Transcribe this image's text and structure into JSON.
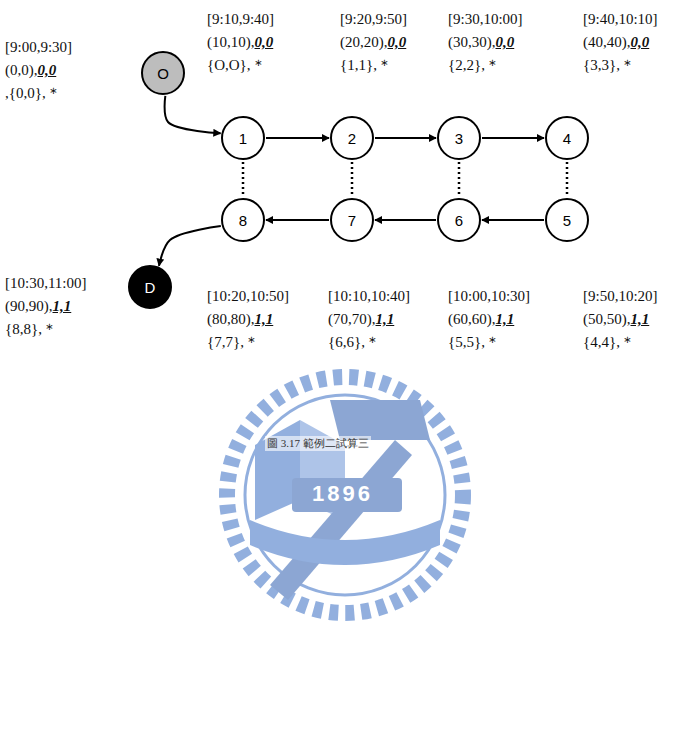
{
  "diagram": {
    "caption": "圖 3.17 範例二試算三",
    "nodes": [
      {
        "text": [
          "O"
        ]
      },
      {
        "text": [
          "1"
        ]
      },
      {
        "text": [
          "2"
        ]
      },
      {
        "text": [
          "3"
        ]
      },
      {
        "text": [
          "4"
        ]
      },
      {
        "text": [
          "5"
        ]
      },
      {
        "text": [
          "6"
        ]
      },
      {
        "text": [
          "7"
        ]
      },
      {
        "text": [
          "8"
        ]
      },
      {
        "text": [
          "D"
        ]
      }
    ],
    "edges": [
      {
        "from": 0,
        "to": 1,
        "arrow": "to"
      },
      {
        "from": 1,
        "to": 2,
        "arrow": "to"
      },
      {
        "from": 2,
        "to": 3,
        "arrow": "to"
      },
      {
        "from": 3,
        "to": 4,
        "arrow": "to"
      },
      {
        "from": 5,
        "to": 6,
        "arrow": "to"
      },
      {
        "from": 6,
        "to": 7,
        "arrow": "to"
      },
      {
        "from": 7,
        "to": 8,
        "arrow": "to"
      },
      {
        "from": 8,
        "to": 9,
        "arrow": "to"
      },
      {
        "from": 1,
        "to": 8,
        "arrow": "none"
      },
      {
        "from": 2,
        "to": 7,
        "arrow": "none"
      },
      {
        "from": 3,
        "to": 6,
        "arrow": "none"
      },
      {
        "from": 4,
        "to": 5,
        "arrow": "none"
      }
    ],
    "labels": [
      "[9:00,9:30]",
      "(0,0),",
      "0,0",
      ",{0,0},＊",
      "[9:10,9:40]",
      "(10,10),",
      "0,0",
      "{O,O},＊",
      "[9:20,9:50]",
      "(20,20),",
      "0,0",
      "{1,1},＊",
      "[9:30,10:00]",
      "(30,30),",
      "0,0",
      "{2,2},＊",
      "[9:40,10:10]",
      "(40,40),",
      "0,0",
      "{3,3},＊",
      "[10:30,11:00]",
      "(90,90),",
      "1,1",
      "{8,8},＊",
      "[10:20,10:50]",
      "(80,80),",
      "1,1",
      "{7,7},＊",
      "[10:10,10:40]",
      "(70,70),",
      "1,1",
      "{6,6},＊",
      "[10:00,10:30]",
      "(60,60),",
      "1,1",
      "{5,5},＊",
      "[9:50,10:20]",
      "(50,50),",
      "1,1",
      "{4,4},＊",
      "1896"
    ]
  }
}
